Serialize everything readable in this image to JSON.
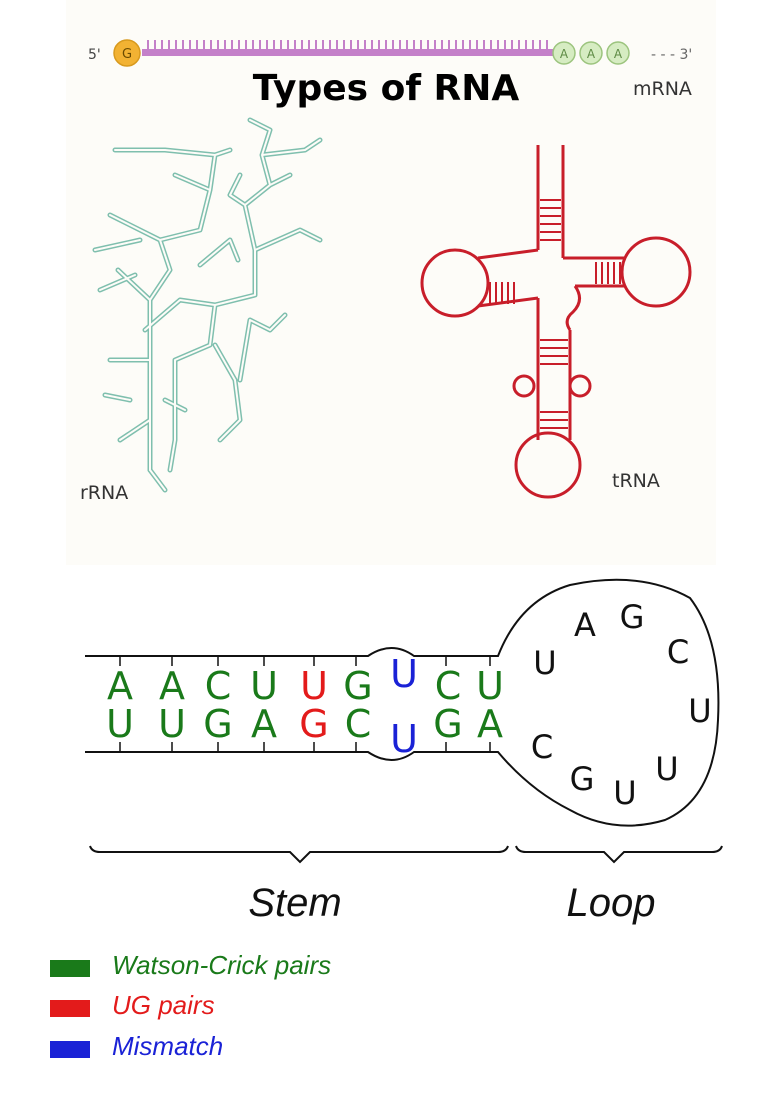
{
  "top_panel": {
    "title": "Types of RNA",
    "mrna": {
      "five_prime": "5'",
      "cap": "G",
      "tail": [
        "A",
        "A",
        "A"
      ],
      "three_prime": "- - - 3'",
      "label": "mRNA"
    },
    "rrna": {
      "label": "rRNA"
    },
    "trna": {
      "label": "tRNA"
    }
  },
  "hairpin": {
    "top_strand": [
      {
        "base": "A",
        "kind": "watson-crick"
      },
      {
        "base": "A",
        "kind": "watson-crick"
      },
      {
        "base": "C",
        "kind": "watson-crick"
      },
      {
        "base": "U",
        "kind": "watson-crick"
      },
      {
        "base": "U",
        "kind": "ug"
      },
      {
        "base": "G",
        "kind": "watson-crick"
      },
      {
        "base": "U",
        "kind": "mismatch"
      },
      {
        "base": "C",
        "kind": "watson-crick"
      },
      {
        "base": "U",
        "kind": "watson-crick"
      }
    ],
    "bottom_strand": [
      {
        "base": "U",
        "kind": "watson-crick"
      },
      {
        "base": "U",
        "kind": "watson-crick"
      },
      {
        "base": "G",
        "kind": "watson-crick"
      },
      {
        "base": "A",
        "kind": "watson-crick"
      },
      {
        "base": "G",
        "kind": "ug"
      },
      {
        "base": "C",
        "kind": "watson-crick"
      },
      {
        "base": "U",
        "kind": "mismatch"
      },
      {
        "base": "G",
        "kind": "watson-crick"
      },
      {
        "base": "A",
        "kind": "watson-crick"
      }
    ],
    "loop_bases": [
      "U",
      "A",
      "G",
      "C",
      "U",
      "U",
      "U",
      "G",
      "C"
    ],
    "stem_label": "Stem",
    "loop_label": "Loop"
  },
  "legend": [
    {
      "label": "Watson-Crick pairs",
      "color": "#1a7a1a"
    },
    {
      "label": "UG pairs",
      "color": "#e31b1b"
    },
    {
      "label": "Mismatch",
      "color": "#1a22d6"
    }
  ],
  "colors": {
    "mrna_backbone": "#c480c9",
    "cap": "#f2b233",
    "tail": "#d6ecc2",
    "rrna": "#7fbfae",
    "trna": "#c81e2a",
    "loop_base": "#111111"
  }
}
